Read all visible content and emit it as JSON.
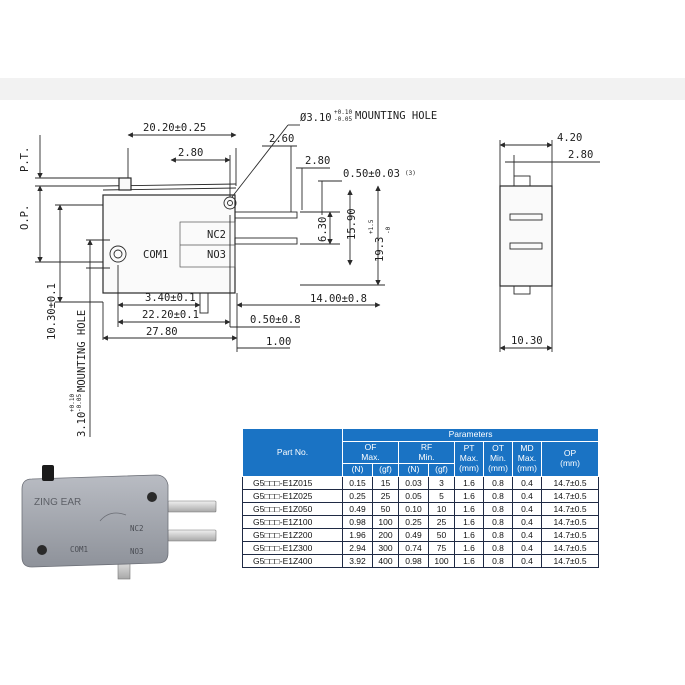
{
  "header": {
    "title": ""
  },
  "drawing": {
    "dims": {
      "mounting_hole_top": "Ø3.10",
      "mounting_hole_top_tol_upper": "+0.10",
      "mounting_hole_top_tol_lower": "-0.05",
      "mounting_hole_top_suffix": "MOUNTING HOLE",
      "d_20_20": "20.20±0.25",
      "d_2_80_a": "2.80",
      "d_2_60": "2.60",
      "d_2_80_b": "2.80",
      "d_0_50_a": "0.50±0.03",
      "d_0_50_a_note": "(3)",
      "d_6_30": "6.30",
      "d_15_90": "15.90",
      "d_19_3": "19.3",
      "d_19_3_tol_upper": "+1.5",
      "d_19_3_tol_lower": "-0",
      "d_3_40": "3.40±0.1",
      "d_22_20": "22.20±0.1",
      "d_14_00": "14.00±0.8",
      "d_27_80": "27.80",
      "d_0_50_b": "0.50±0.8",
      "d_1_00": "1.00",
      "d_4_20": "4.20",
      "d_2_80_c": "2.80",
      "d_10_30": "10.30",
      "d_10_30_tol": "10.30±0.1",
      "mounting_hole_side": "3.10",
      "mounting_hole_side_tol_upper": "+0.10",
      "mounting_hole_side_tol_lower": "-0.05",
      "mounting_hole_side_suffix": "MOUNTING HOLE"
    },
    "side_labels": {
      "pt": "P.T.",
      "op": "O.P."
    },
    "terminals": {
      "com": "COM1",
      "nc": "NC2",
      "no": "NO3"
    }
  },
  "photo": {
    "brand": "ZING EAR",
    "com": "COM1",
    "nc": "NC2",
    "no": "NO3"
  },
  "spec_table": {
    "headers": {
      "part_no": "Part No.",
      "parameters": "Parameters",
      "of": "OF\nMax.",
      "rf": "RF\nMin.",
      "pt": "PT\nMax.\n(mm)",
      "ot": "OT\nMin.\n(mm)",
      "md": "MD\nMax.\n(mm)",
      "op": "OP\n(mm)",
      "unit_n": "(N)",
      "unit_gf": "(gf)"
    },
    "rows": [
      [
        "G5□□□-E1Z015",
        "0.15",
        "15",
        "0.03",
        "3",
        "1.6",
        "0.8",
        "0.4",
        "14.7±0.5"
      ],
      [
        "G5□□□-E1Z025",
        "0.25",
        "25",
        "0.05",
        "5",
        "1.6",
        "0.8",
        "0.4",
        "14.7±0.5"
      ],
      [
        "G5□□□-E1Z050",
        "0.49",
        "50",
        "0.10",
        "10",
        "1.6",
        "0.8",
        "0.4",
        "14.7±0.5"
      ],
      [
        "G5□□□-E1Z100",
        "0.98",
        "100",
        "0.25",
        "25",
        "1.6",
        "0.8",
        "0.4",
        "14.7±0.5"
      ],
      [
        "G5□□□-E1Z200",
        "1.96",
        "200",
        "0.49",
        "50",
        "1.6",
        "0.8",
        "0.4",
        "14.7±0.5"
      ],
      [
        "G5□□□-E1Z300",
        "2.94",
        "300",
        "0.74",
        "75",
        "1.6",
        "0.8",
        "0.4",
        "14.7±0.5"
      ],
      [
        "G5□□□-E1Z400",
        "3.92",
        "400",
        "0.98",
        "100",
        "1.6",
        "0.8",
        "0.4",
        "14.7±0.5"
      ]
    ]
  }
}
